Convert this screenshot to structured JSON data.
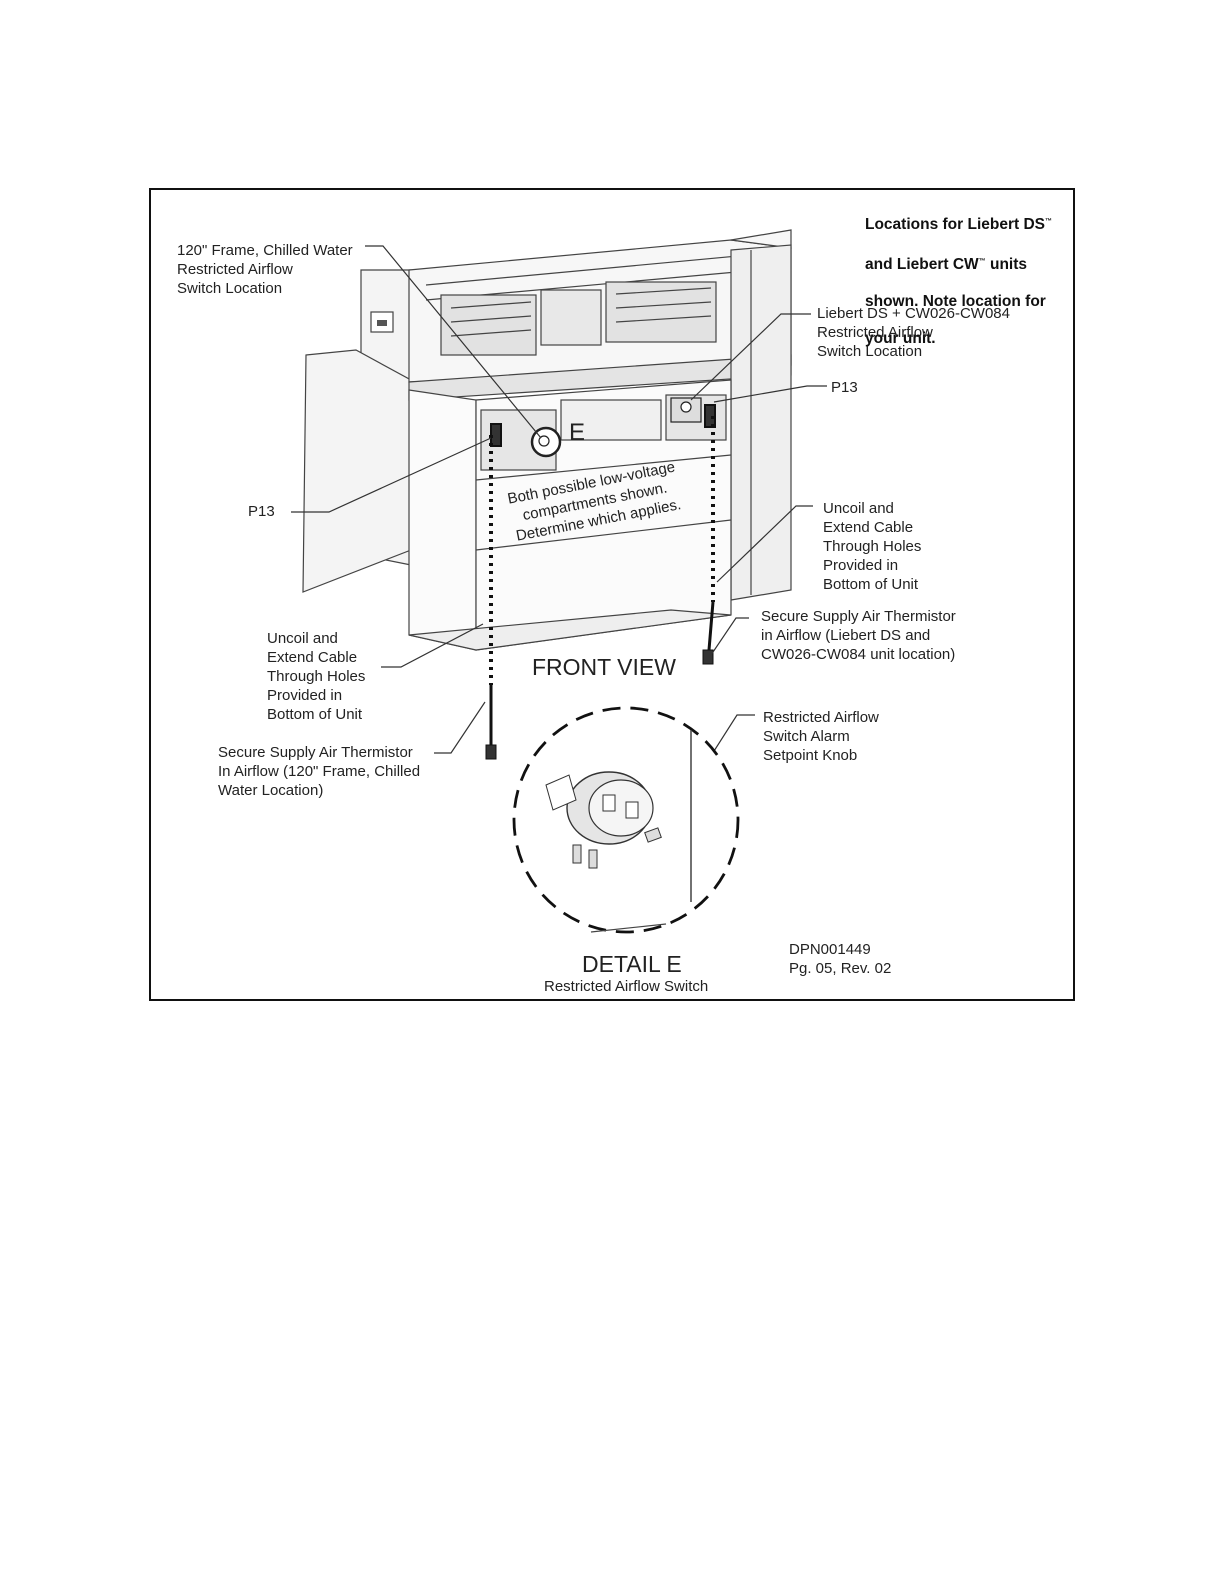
{
  "header": {
    "line1": "Locations for Liebert DS",
    "line2": "and Liebert CW",
    "line2_rest": " units",
    "line3": "shown. Note location for",
    "line4": "your unit."
  },
  "labels": {
    "frame_cw_switch": "120\" Frame, Chilled Water\nRestricted Airflow\nSwitch Location",
    "ds_cw_switch": "Liebert DS + CW026-CW084\nRestricted Airflow\nSwitch Location",
    "p13_right": "P13",
    "p13_left": "P13",
    "detail_marker": "E",
    "compartments_note": "Both possible low-voltage\ncompartments shown.\nDetermine which applies.",
    "uncoil_right": "Uncoil and\nExtend Cable\nThrough Holes\nProvided in\nBottom of Unit",
    "secure_right": "Secure Supply Air Thermistor\nin Airflow (Liebert DS and\nCW026-CW084 unit location)",
    "front_view": "FRONT VIEW",
    "uncoil_left": "Uncoil and\nExtend Cable\nThrough Holes\nProvided in\nBottom of Unit",
    "secure_left": "Secure Supply Air Thermistor\nIn Airflow (120\" Frame, Chilled\nWater Location)",
    "setpoint_knob": "Restricted Airflow\nSwitch Alarm\nSetpoint Knob",
    "detail_title": "DETAIL E",
    "detail_subtitle": "Restricted Airflow Switch",
    "doc_number": "DPN001449",
    "doc_page": "Pg. 05, Rev. 02"
  },
  "colors": {
    "line": "#333333",
    "frame": "#111111",
    "fill_light": "#f2f2f2",
    "fill_mid": "#d9d9d9"
  }
}
